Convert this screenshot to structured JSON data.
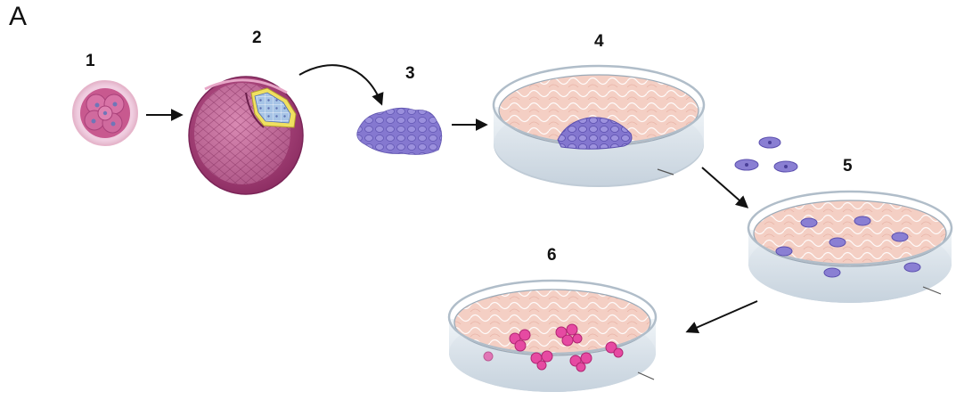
{
  "figure": {
    "panel_label": "A",
    "steps": [
      {
        "label": "1",
        "icon": "embryo-icon"
      },
      {
        "label": "2",
        "icon": "blastocyst-icon"
      },
      {
        "label": "3",
        "icon": "cell-mass-icon"
      },
      {
        "label": "4",
        "icon": "culture-dish-icon"
      },
      {
        "label": "5",
        "icon": "culture-dish-icon"
      },
      {
        "label": "6",
        "icon": "culture-dish-icon"
      }
    ],
    "colors": {
      "embryo": "#d36b9e",
      "blastocyst": "#b5457f",
      "inner_cell_mass": "#8f88d8",
      "feeder_cells": "#f2c3b8",
      "stem_cells": "#7b6cc9",
      "differentiated_cells": "#e0409a",
      "dish": "#cfd9e3",
      "arrow": "#111111"
    }
  }
}
